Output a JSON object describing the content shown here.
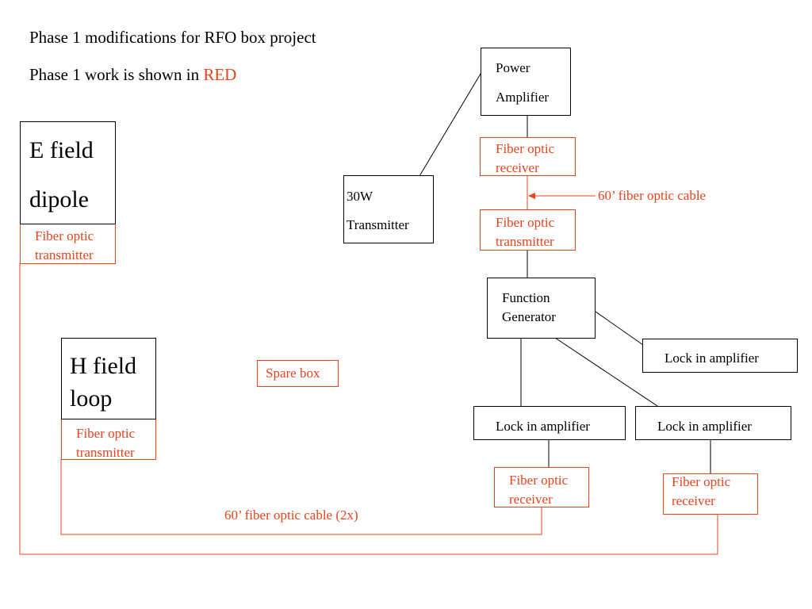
{
  "colors": {
    "accent_red": "#e8431c",
    "line_black": "#000000"
  },
  "heading": {
    "title": "Phase 1 modifications for RFO box project",
    "subtitle_prefix": "Phase 1 work is shown in",
    "subtitle_highlight": "RED"
  },
  "nodes": {
    "e_field": {
      "line1": "E field",
      "line2": "dipole"
    },
    "e_fo_tx": {
      "line1": "Fiber optic",
      "line2": "transmitter"
    },
    "h_field": {
      "line1": "H field",
      "line2": "loop"
    },
    "h_fo_tx": {
      "line1": "Fiber optic",
      "line2": "transmitter"
    },
    "spare": {
      "label": "Spare box"
    },
    "power_amp": {
      "line1": "Power",
      "line2": "Amplifier"
    },
    "pa_fo_rx": {
      "line1": "Fiber optic",
      "line2": "receiver"
    },
    "transmitter": {
      "line1": "30W",
      "line2": "Transmitter"
    },
    "fg_fo_tx": {
      "line1": "Fiber optic",
      "line2": "transmitter"
    },
    "func_gen": {
      "line1": "Function",
      "line2": "Generator"
    },
    "lockin_right": {
      "label": "Lock in amplifier"
    },
    "lockin_mid": {
      "label": "Lock in amplifier"
    },
    "lockin_far": {
      "label": "Lock in amplifier"
    },
    "rx_mid": {
      "line1": "Fiber optic",
      "line2": "receiver"
    },
    "rx_far": {
      "line1": "Fiber optic",
      "line2": "receiver"
    }
  },
  "annotations": {
    "cable_60": "60’ fiber optic cable",
    "cable_60_2x": "60’ fiber optic cable (2x)"
  }
}
